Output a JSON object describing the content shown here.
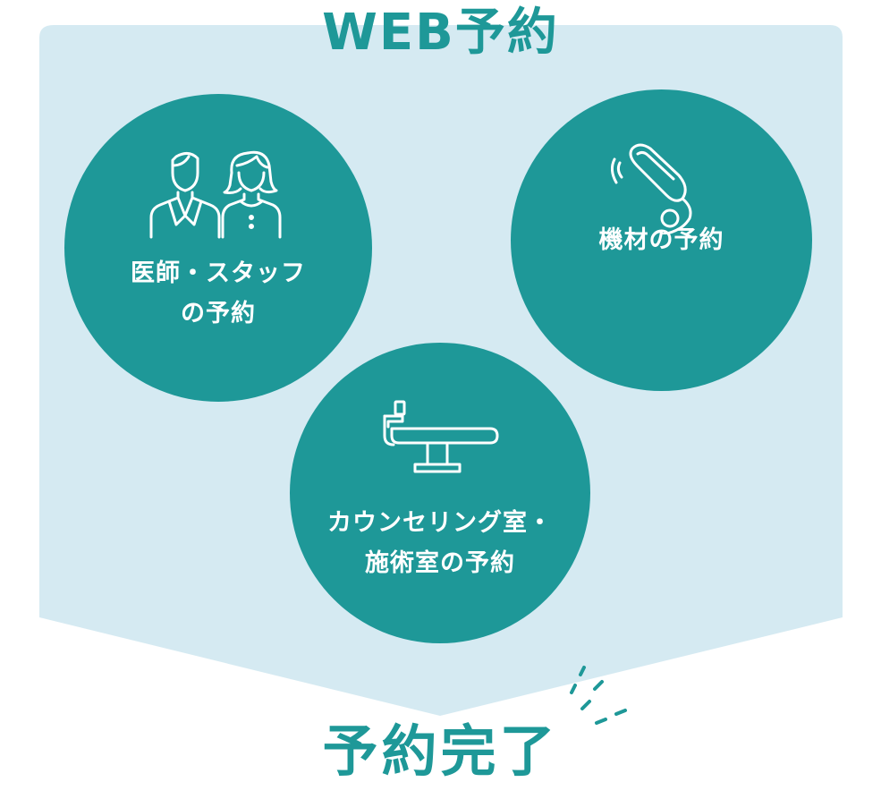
{
  "colors": {
    "teal": "#1e9898",
    "panel": "#d5eaf2",
    "white": "#ffffff"
  },
  "title": "WEB予約",
  "options": [
    {
      "icon": "doctor-staff-icon",
      "label_line1": "医師・スタッフ",
      "label_line2": "の予約"
    },
    {
      "icon": "handheld-device-icon",
      "label_line1": "機材の予約"
    },
    {
      "icon": "treatment-bed-icon",
      "label_line1": "カウンセリング室・",
      "label_line2": "施術室の予約"
    }
  ],
  "result": "予約完了"
}
